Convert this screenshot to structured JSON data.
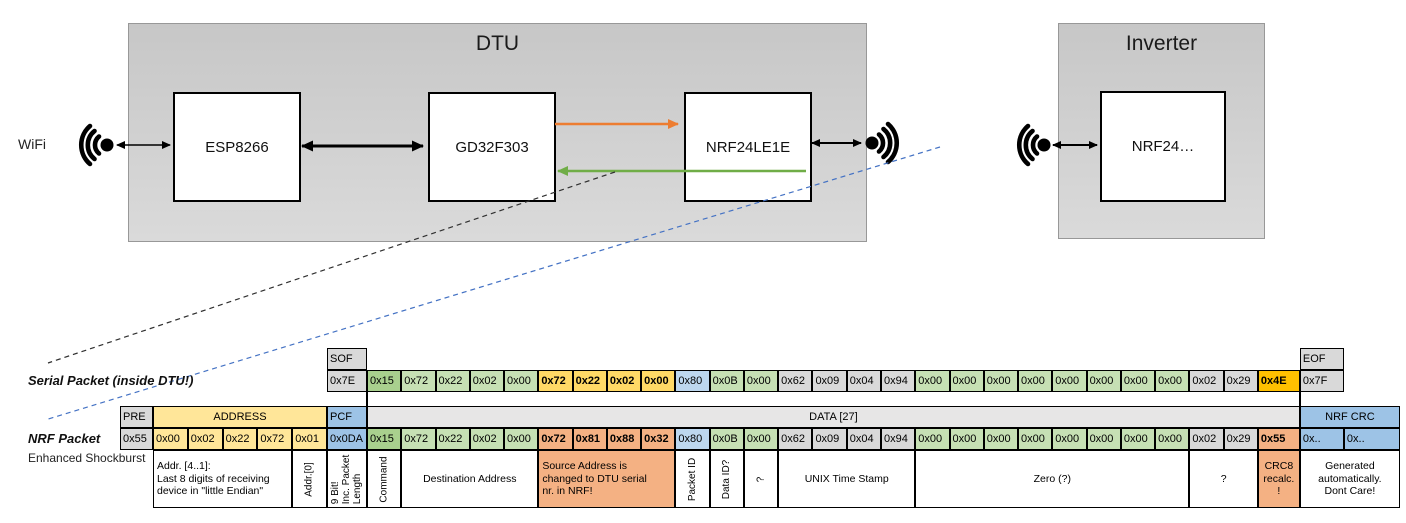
{
  "diagram": {
    "wifi_label": "WiFi",
    "dtu_title": "DTU",
    "esp_label": "ESP8266",
    "gd_label": "GD32F303",
    "nrf_label": "NRF24LE1E",
    "inverter_title": "Inverter",
    "inverter_nrf_label": "NRF24…"
  },
  "serial_packet": {
    "label": "Serial Packet (inside DTU!)",
    "sof_header": "SOF",
    "sof_value": "0x7E",
    "eof_header": "EOF",
    "eof_value": "0x7F",
    "bytes": [
      {
        "v": "0x15",
        "s": "gm"
      },
      {
        "v": "0x72",
        "s": "gl"
      },
      {
        "v": "0x22",
        "s": "gl"
      },
      {
        "v": "0x02",
        "s": "gl"
      },
      {
        "v": "0x00",
        "s": "gl"
      },
      {
        "v": "0x72",
        "s": "yb"
      },
      {
        "v": "0x22",
        "s": "yb"
      },
      {
        "v": "0x02",
        "s": "yb"
      },
      {
        "v": "0x00",
        "s": "yb"
      },
      {
        "v": "0x80",
        "s": "bl"
      },
      {
        "v": "0x0B",
        "s": "gl"
      },
      {
        "v": "0x00",
        "s": "gl"
      },
      {
        "v": "0x62",
        "s": "gy"
      },
      {
        "v": "0x09",
        "s": "gy"
      },
      {
        "v": "0x04",
        "s": "gy"
      },
      {
        "v": "0x94",
        "s": "gy"
      },
      {
        "v": "0x00",
        "s": "gl"
      },
      {
        "v": "0x00",
        "s": "gl"
      },
      {
        "v": "0x00",
        "s": "gl"
      },
      {
        "v": "0x00",
        "s": "gl"
      },
      {
        "v": "0x00",
        "s": "gl"
      },
      {
        "v": "0x00",
        "s": "gl"
      },
      {
        "v": "0x00",
        "s": "gl"
      },
      {
        "v": "0x00",
        "s": "gl"
      },
      {
        "v": "0x02",
        "s": "gy"
      },
      {
        "v": "0x29",
        "s": "gy"
      },
      {
        "v": "0x4E",
        "s": "ab"
      }
    ]
  },
  "nrf_packet": {
    "label": "NRF Packet",
    "sublabel": "Enhanced Shockburst",
    "pre_header": "PRE",
    "pre_value": "0x55",
    "address_header": "ADDRESS",
    "address_values": [
      "0x00",
      "0x02",
      "0x22",
      "0x72",
      "0x01"
    ],
    "pcf_header": "PCF",
    "pcf_value": "0x0DA",
    "data_header": "DATA [27]",
    "bytes": [
      {
        "v": "0x15",
        "s": "gm"
      },
      {
        "v": "0x72",
        "s": "gl"
      },
      {
        "v": "0x22",
        "s": "gl"
      },
      {
        "v": "0x02",
        "s": "gl"
      },
      {
        "v": "0x00",
        "s": "gl"
      },
      {
        "v": "0x72",
        "s": "ob"
      },
      {
        "v": "0x81",
        "s": "ob"
      },
      {
        "v": "0x88",
        "s": "ob"
      },
      {
        "v": "0x32",
        "s": "ob"
      },
      {
        "v": "0x80",
        "s": "bl"
      },
      {
        "v": "0x0B",
        "s": "gl"
      },
      {
        "v": "0x00",
        "s": "gl"
      },
      {
        "v": "0x62",
        "s": "gy"
      },
      {
        "v": "0x09",
        "s": "gy"
      },
      {
        "v": "0x04",
        "s": "gy"
      },
      {
        "v": "0x94",
        "s": "gy"
      },
      {
        "v": "0x00",
        "s": "gl"
      },
      {
        "v": "0x00",
        "s": "gl"
      },
      {
        "v": "0x00",
        "s": "gl"
      },
      {
        "v": "0x00",
        "s": "gl"
      },
      {
        "v": "0x00",
        "s": "gl"
      },
      {
        "v": "0x00",
        "s": "gl"
      },
      {
        "v": "0x00",
        "s": "gl"
      },
      {
        "v": "0x00",
        "s": "gl"
      },
      {
        "v": "0x02",
        "s": "gy"
      },
      {
        "v": "0x29",
        "s": "gy"
      },
      {
        "v": "0x55",
        "s": "ob"
      }
    ],
    "crc_header": "NRF CRC",
    "crc_values": [
      "0x..",
      "0x.."
    ]
  },
  "annotations": [
    {
      "col": 2,
      "span": 4,
      "text": "Addr. [4..1]:\nLast 8 digits of receiving\ndevice in \"little Endian\"",
      "style": "left"
    },
    {
      "col": 6,
      "span": 1,
      "text": "Addr.[0]",
      "style": "vert"
    },
    {
      "col": 7,
      "span": 1,
      "text": "9 Bit!\nInc. Packet\nLength",
      "style": "vert"
    },
    {
      "col": 8,
      "span": 1,
      "text": "Command",
      "style": "vert"
    },
    {
      "col": 9,
      "span": 4,
      "text": "Destination Address",
      "style": "center"
    },
    {
      "col": 13,
      "span": 4,
      "text": "Source Address is\nchanged to DTU serial\nnr. in NRF!",
      "style": "left orange"
    },
    {
      "col": 17,
      "span": 1,
      "text": "Packet ID",
      "style": "vert"
    },
    {
      "col": 18,
      "span": 1,
      "text": "Data ID?",
      "style": "vert"
    },
    {
      "col": 19,
      "span": 1,
      "text": "?",
      "style": "vert"
    },
    {
      "col": 20,
      "span": 4,
      "text": "UNIX Time Stamp",
      "style": "center"
    },
    {
      "col": 24,
      "span": 8,
      "text": "Zero (?)",
      "style": "center"
    },
    {
      "col": 32,
      "span": 2,
      "text": "?",
      "style": "center"
    },
    {
      "col": 34,
      "span": 1,
      "text": "CRC8\nrecalc.\n!",
      "style": "center orange"
    },
    {
      "col": 35,
      "span": 2,
      "text": "Generated\nautomatically.\nDont Care!",
      "style": "center"
    }
  ],
  "colors": {
    "green_medium": "#A9D08E",
    "green_light": "#C6E0B4",
    "yellow_header": "#FFE699",
    "yellow_bold": "#FFD966",
    "amber_crc": "#FFC000",
    "orange_light": "#F4B183",
    "blue_light": "#BDD7EE",
    "blue_medium": "#9DC3E6",
    "gray": "#D9D9D9",
    "arrow_orange": "#ED7D31",
    "arrow_green": "#70AD47",
    "dashed_blue": "#4472C4"
  }
}
